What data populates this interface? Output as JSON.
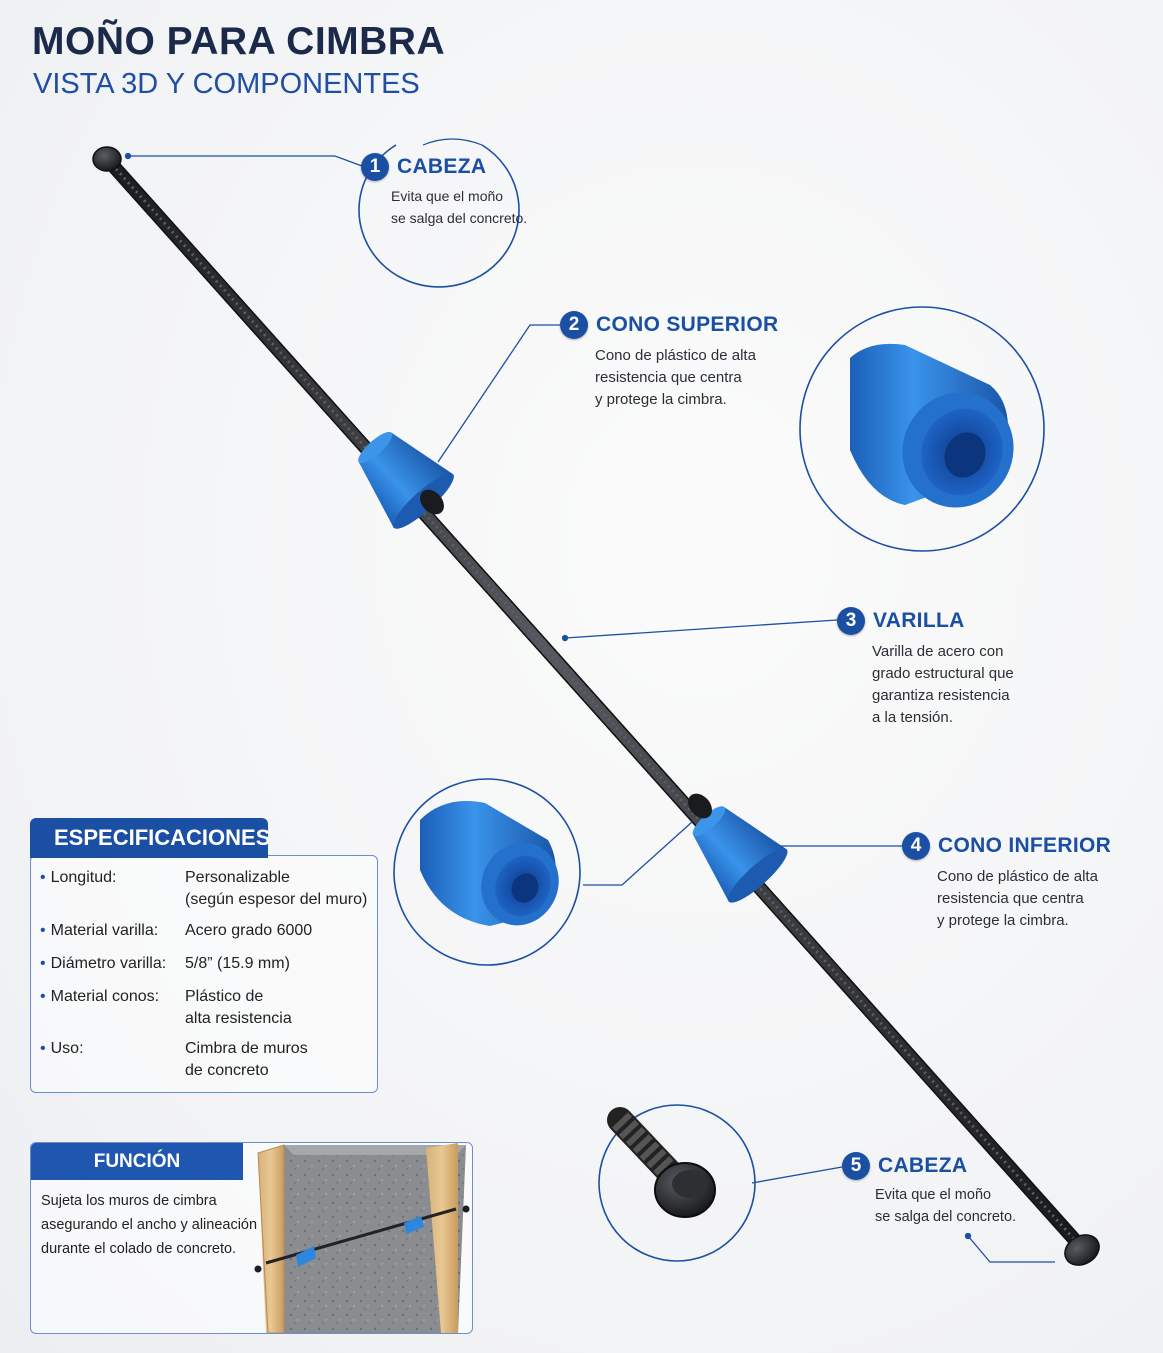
{
  "header": {
    "title": "MOÑO PARA CIMBRA",
    "subtitle": "VISTA 3D Y COMPONENTES"
  },
  "callouts": [
    {
      "number": "1",
      "title": "CABEZA",
      "description": [
        "Evita que el moño",
        "se salga del concreto."
      ]
    },
    {
      "number": "2",
      "title": "CONO SUPERIOR",
      "description": [
        "Cono de plástico de alta",
        "resistencia que centra",
        "y protege la cimbra."
      ]
    },
    {
      "number": "3",
      "title": "VARILLA",
      "description": [
        "Varilla de acero con",
        "grado estructural que",
        "garantiza resistencia",
        "a la tensión."
      ]
    },
    {
      "number": "4",
      "title": "CONO INFERIOR",
      "description": [
        "Cono de plástico de alta",
        "resistencia que centra",
        "y protege la cimbra."
      ]
    },
    {
      "number": "5",
      "title": "CABEZA",
      "description": [
        "Evita que el moño",
        "se salga del concreto."
      ]
    }
  ],
  "specifications": {
    "title": "ESPECIFICACIONES",
    "rows": [
      {
        "label": "Longitud:",
        "value": [
          "Personalizable",
          "(según espesor del muro)"
        ]
      },
      {
        "label": "Material varilla:",
        "value": [
          "Acero grado 6000"
        ]
      },
      {
        "label": "Diámetro varilla:",
        "value": [
          "5/8” (15.9 mm)"
        ]
      },
      {
        "label": "Material conos:",
        "value": [
          "Plástico de",
          "alta resistencia"
        ]
      },
      {
        "label": "Uso:",
        "value": [
          "Cimbra de muros",
          "de concreto"
        ]
      }
    ]
  },
  "function": {
    "title": "FUNCIÓN",
    "description": [
      "Sujeta los muros de cimbra",
      "asegurando el ancho y alineación",
      "durante el colado de concreto."
    ]
  },
  "colors": {
    "brand_blue": "#1b4fa3",
    "cone_blue": "#2c7fd6",
    "rod_dark": "#2b2d31",
    "title_navy": "#1b2a4a"
  },
  "icons": [
    "rod-head-icon",
    "cone-icon",
    "rebar-rod-icon",
    "formwork-wall-icon"
  ]
}
